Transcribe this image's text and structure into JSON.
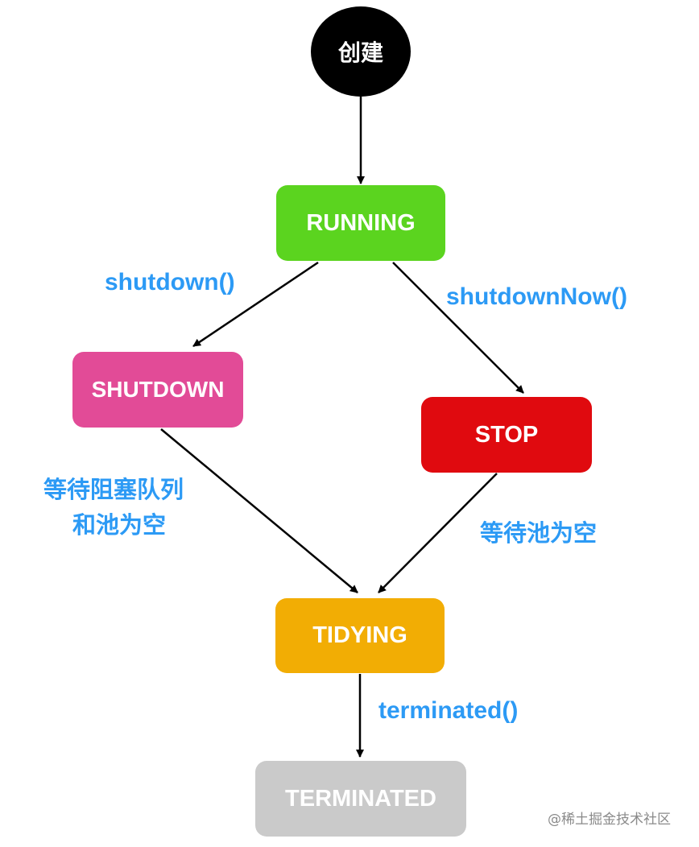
{
  "nodes": {
    "start": {
      "label": "创建",
      "color": "#000000"
    },
    "running": {
      "label": "RUNNING",
      "color": "#5bd41f"
    },
    "shutdown": {
      "label": "SHUTDOWN",
      "color": "#e24b97"
    },
    "stop": {
      "label": "STOP",
      "color": "#e00a0f"
    },
    "tidying": {
      "label": "TIDYING",
      "color": "#f2ad04"
    },
    "terminated": {
      "label": "TERMINATED",
      "color": "#cacaca"
    }
  },
  "edges": {
    "running_to_shutdown": "shutdown()",
    "running_to_stop": "shutdownNow()",
    "shutdown_to_tidying": [
      "等待阻塞队列",
      "和池为空"
    ],
    "stop_to_tidying": "等待池为空",
    "tidying_to_terminated": "terminated()"
  },
  "label_color": "#2c9af5",
  "watermark": "@稀土掘金技术社区"
}
